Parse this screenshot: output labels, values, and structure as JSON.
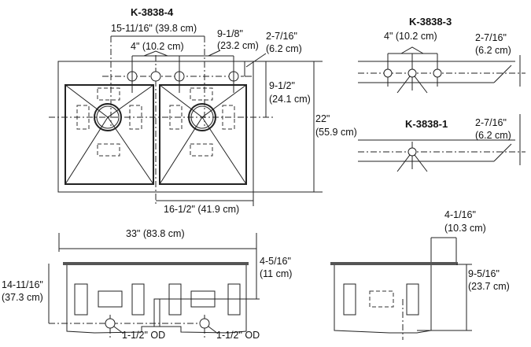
{
  "main_view": {
    "model": "K-3838-4",
    "dims": {
      "faucet_span": "15-11/16\" (39.8 cm)",
      "hole_spacing": "4\" (10.2 cm)",
      "offset_in": "9-1/8\"",
      "offset_cm": "(23.2 cm)",
      "edge_in": "2-7/16\"",
      "edge_cm": "(6.2 cm)",
      "drain_depth_in": "9-1/2\"",
      "drain_depth_cm": "(24.1 cm)",
      "depth_in": "22\"",
      "depth_cm": "(55.9 cm)",
      "half_width": "16-1/2\" (41.9 cm)"
    }
  },
  "variant_3": {
    "model": "K-3838-3",
    "hole_spacing": "4\" (10.2 cm)",
    "edge_in": "2-7/16\"",
    "edge_cm": "(6.2 cm)"
  },
  "variant_1": {
    "model": "K-3838-1",
    "edge_in": "2-7/16\"",
    "edge_cm": "(6.2 cm)"
  },
  "front_view": {
    "width": "33\" (83.8 cm)",
    "basin_depth_in": "4-5/16\"",
    "basin_depth_cm": "(11 cm)",
    "total_in": "14-11/16\"",
    "total_cm": "(37.3 cm)",
    "drain_left": "1-1/2\" OD",
    "drain_right": "1-1/2\" OD"
  },
  "side_view": {
    "rim_in": "4-1/16\"",
    "rim_cm": "(10.3 cm)",
    "depth_in": "9-5/16\"",
    "depth_cm": "(23.7 cm)"
  }
}
